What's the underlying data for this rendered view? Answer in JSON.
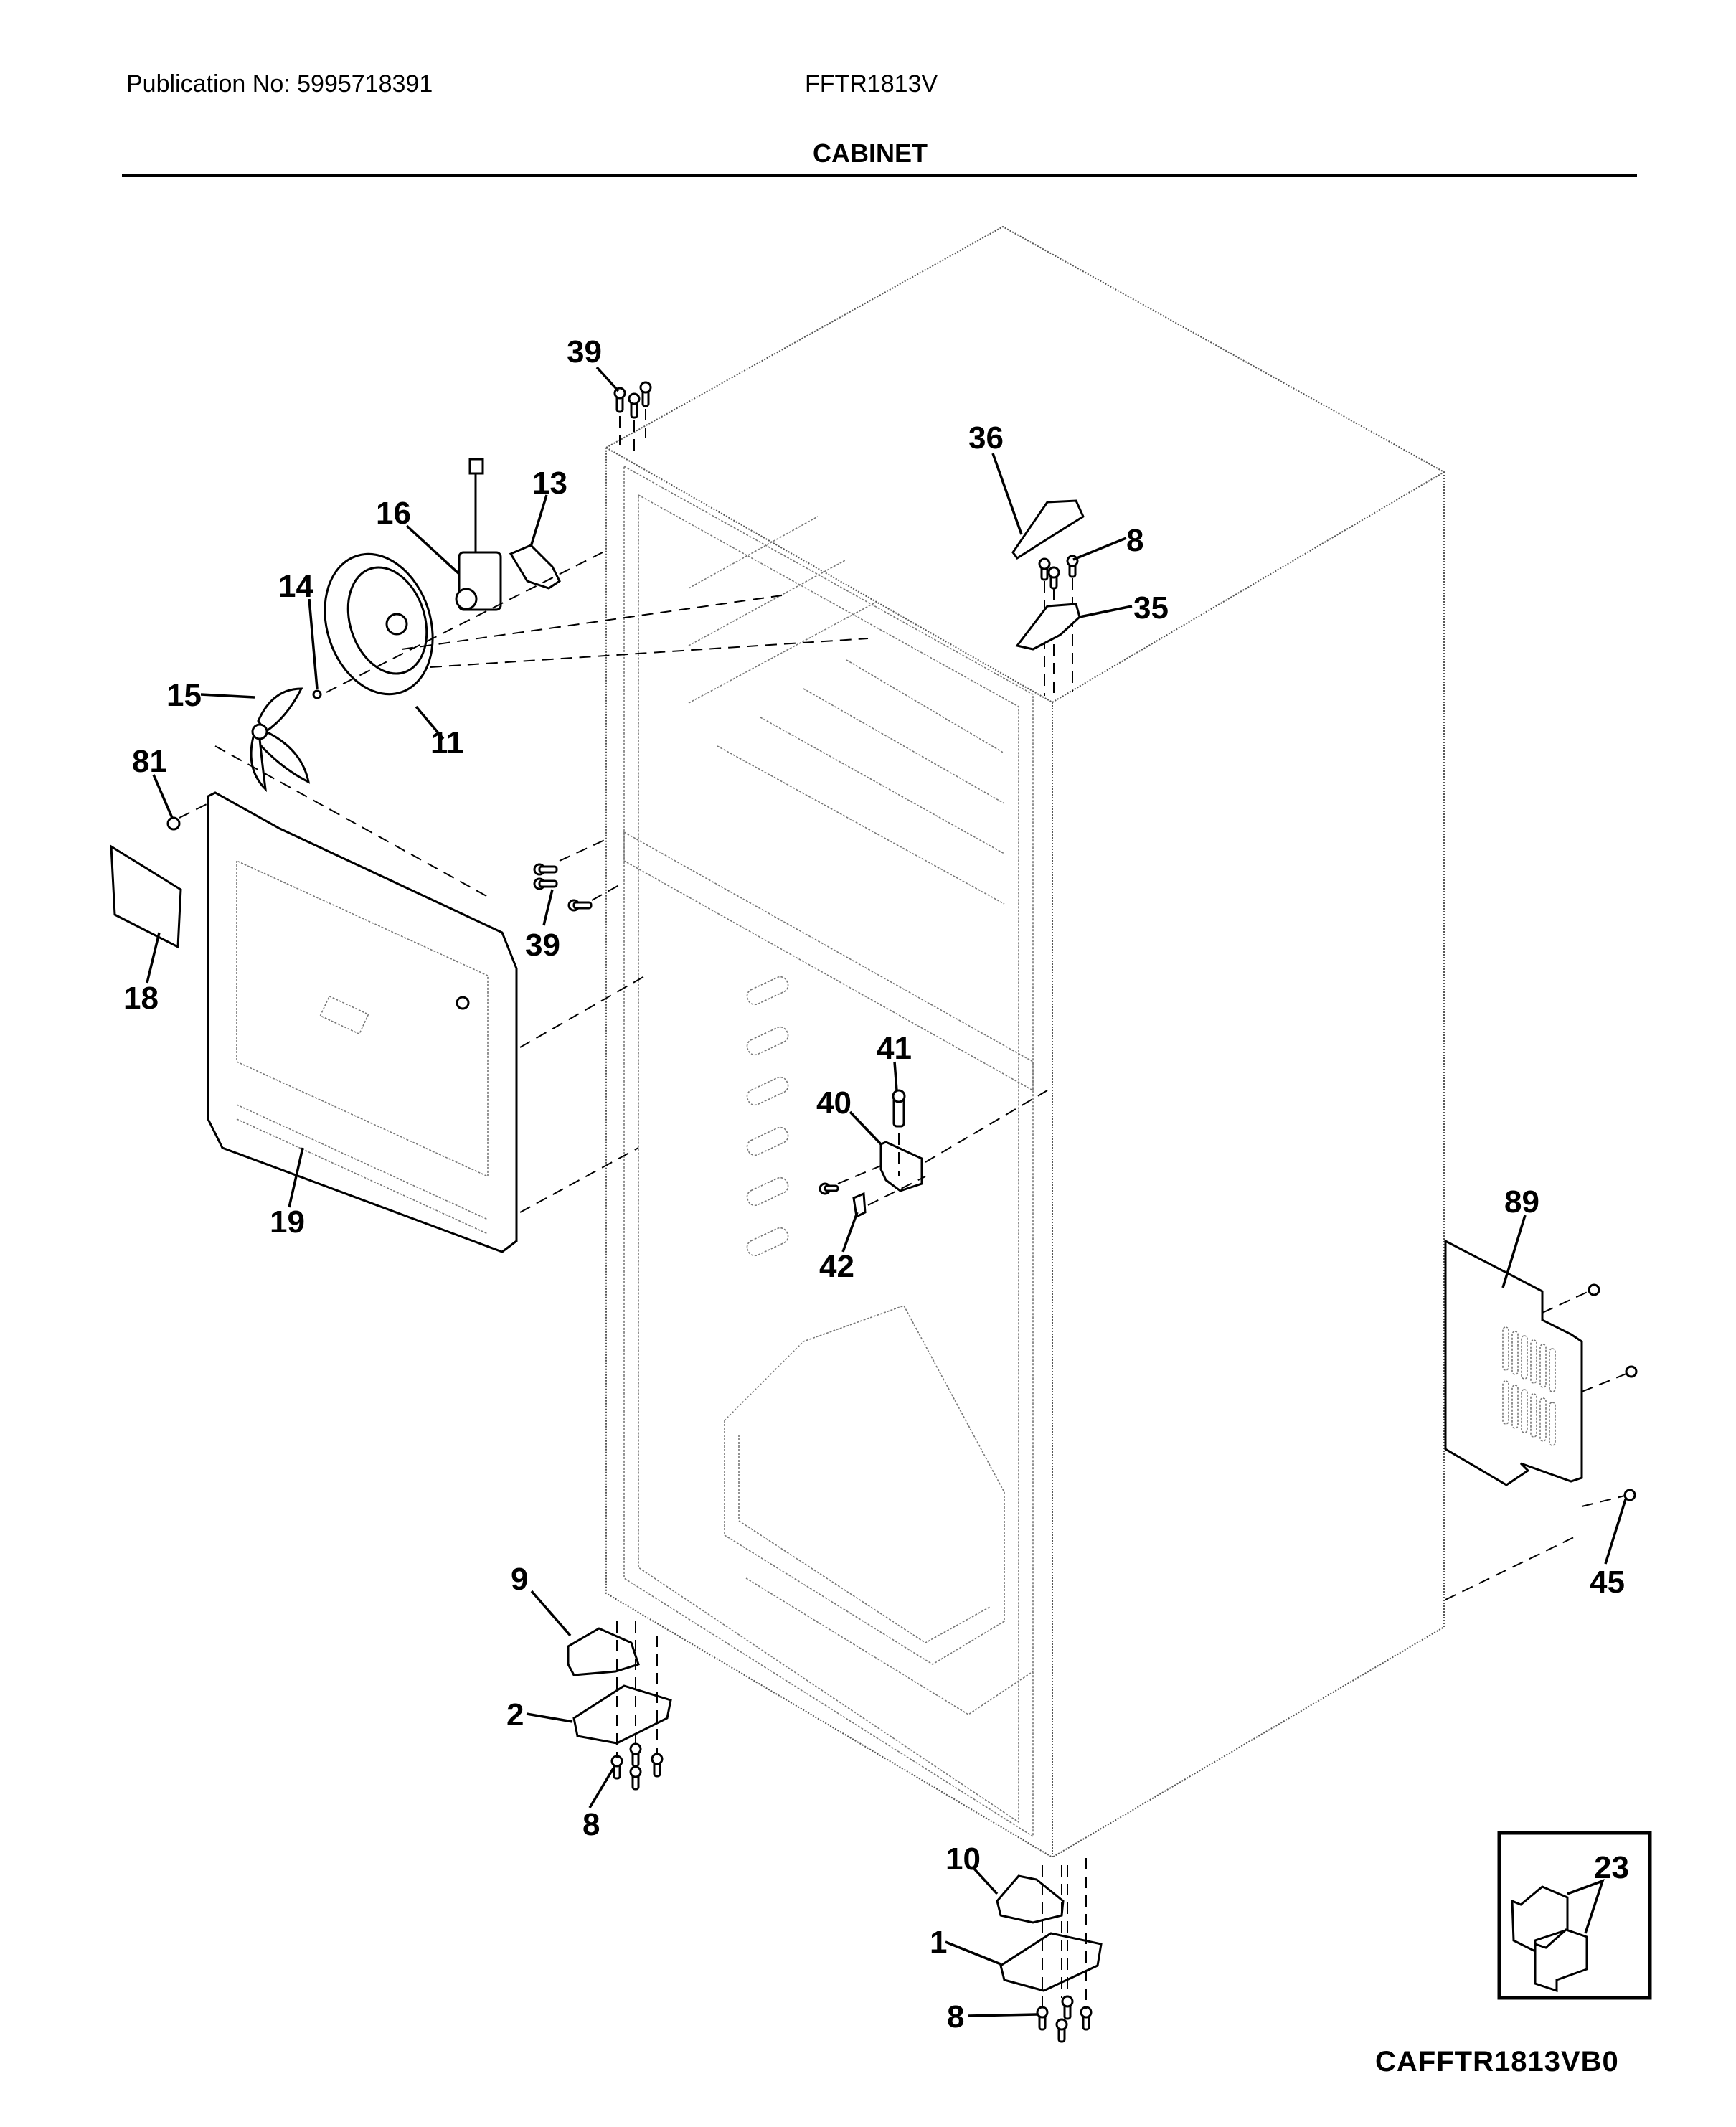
{
  "header": {
    "publication": "Publication No: 5995718391",
    "model": "FFTR1813V",
    "section_title": "CABINET"
  },
  "diagram_code": "CAFFTR1813VB0",
  "callouts": [
    {
      "id": "39",
      "label": "39",
      "part": "screw (top front)"
    },
    {
      "id": "36",
      "label": "36",
      "part": "hinge cover (top)"
    },
    {
      "id": "8a",
      "label": "8",
      "part": "screw (top hinge)"
    },
    {
      "id": "35",
      "label": "35",
      "part": "top hinge"
    },
    {
      "id": "13",
      "label": "13",
      "part": "damper bracket"
    },
    {
      "id": "16",
      "label": "16",
      "part": "evaporator fan motor"
    },
    {
      "id": "14",
      "label": "14",
      "part": "retainer"
    },
    {
      "id": "15",
      "label": "15",
      "part": "fan blade"
    },
    {
      "id": "11",
      "label": "11",
      "part": "fan shroud"
    },
    {
      "id": "81",
      "label": "81",
      "part": "screw"
    },
    {
      "id": "18",
      "label": "18",
      "part": "cover"
    },
    {
      "id": "39b",
      "label": "39",
      "part": "screw (panel)"
    },
    {
      "id": "19",
      "label": "19",
      "part": "evaporator cover panel"
    },
    {
      "id": "41",
      "label": "41",
      "part": "hinge pin"
    },
    {
      "id": "40",
      "label": "40",
      "part": "center hinge"
    },
    {
      "id": "42",
      "label": "42",
      "part": "shim"
    },
    {
      "id": "89",
      "label": "89",
      "part": "rear access panel"
    },
    {
      "id": "45",
      "label": "45",
      "part": "screw (rear panel)"
    },
    {
      "id": "9",
      "label": "9",
      "part": "hinge cover (bottom left)"
    },
    {
      "id": "2",
      "label": "2",
      "part": "bottom hinge (left)"
    },
    {
      "id": "8b",
      "label": "8",
      "part": "screw (bottom left hinge)"
    },
    {
      "id": "10",
      "label": "10",
      "part": "hinge cover (bottom right)"
    },
    {
      "id": "1",
      "label": "1",
      "part": "bottom hinge (right)"
    },
    {
      "id": "8c",
      "label": "8",
      "part": "screw (bottom right hinge)"
    },
    {
      "id": "23",
      "label": "23",
      "part": "clip (inset)"
    }
  ]
}
